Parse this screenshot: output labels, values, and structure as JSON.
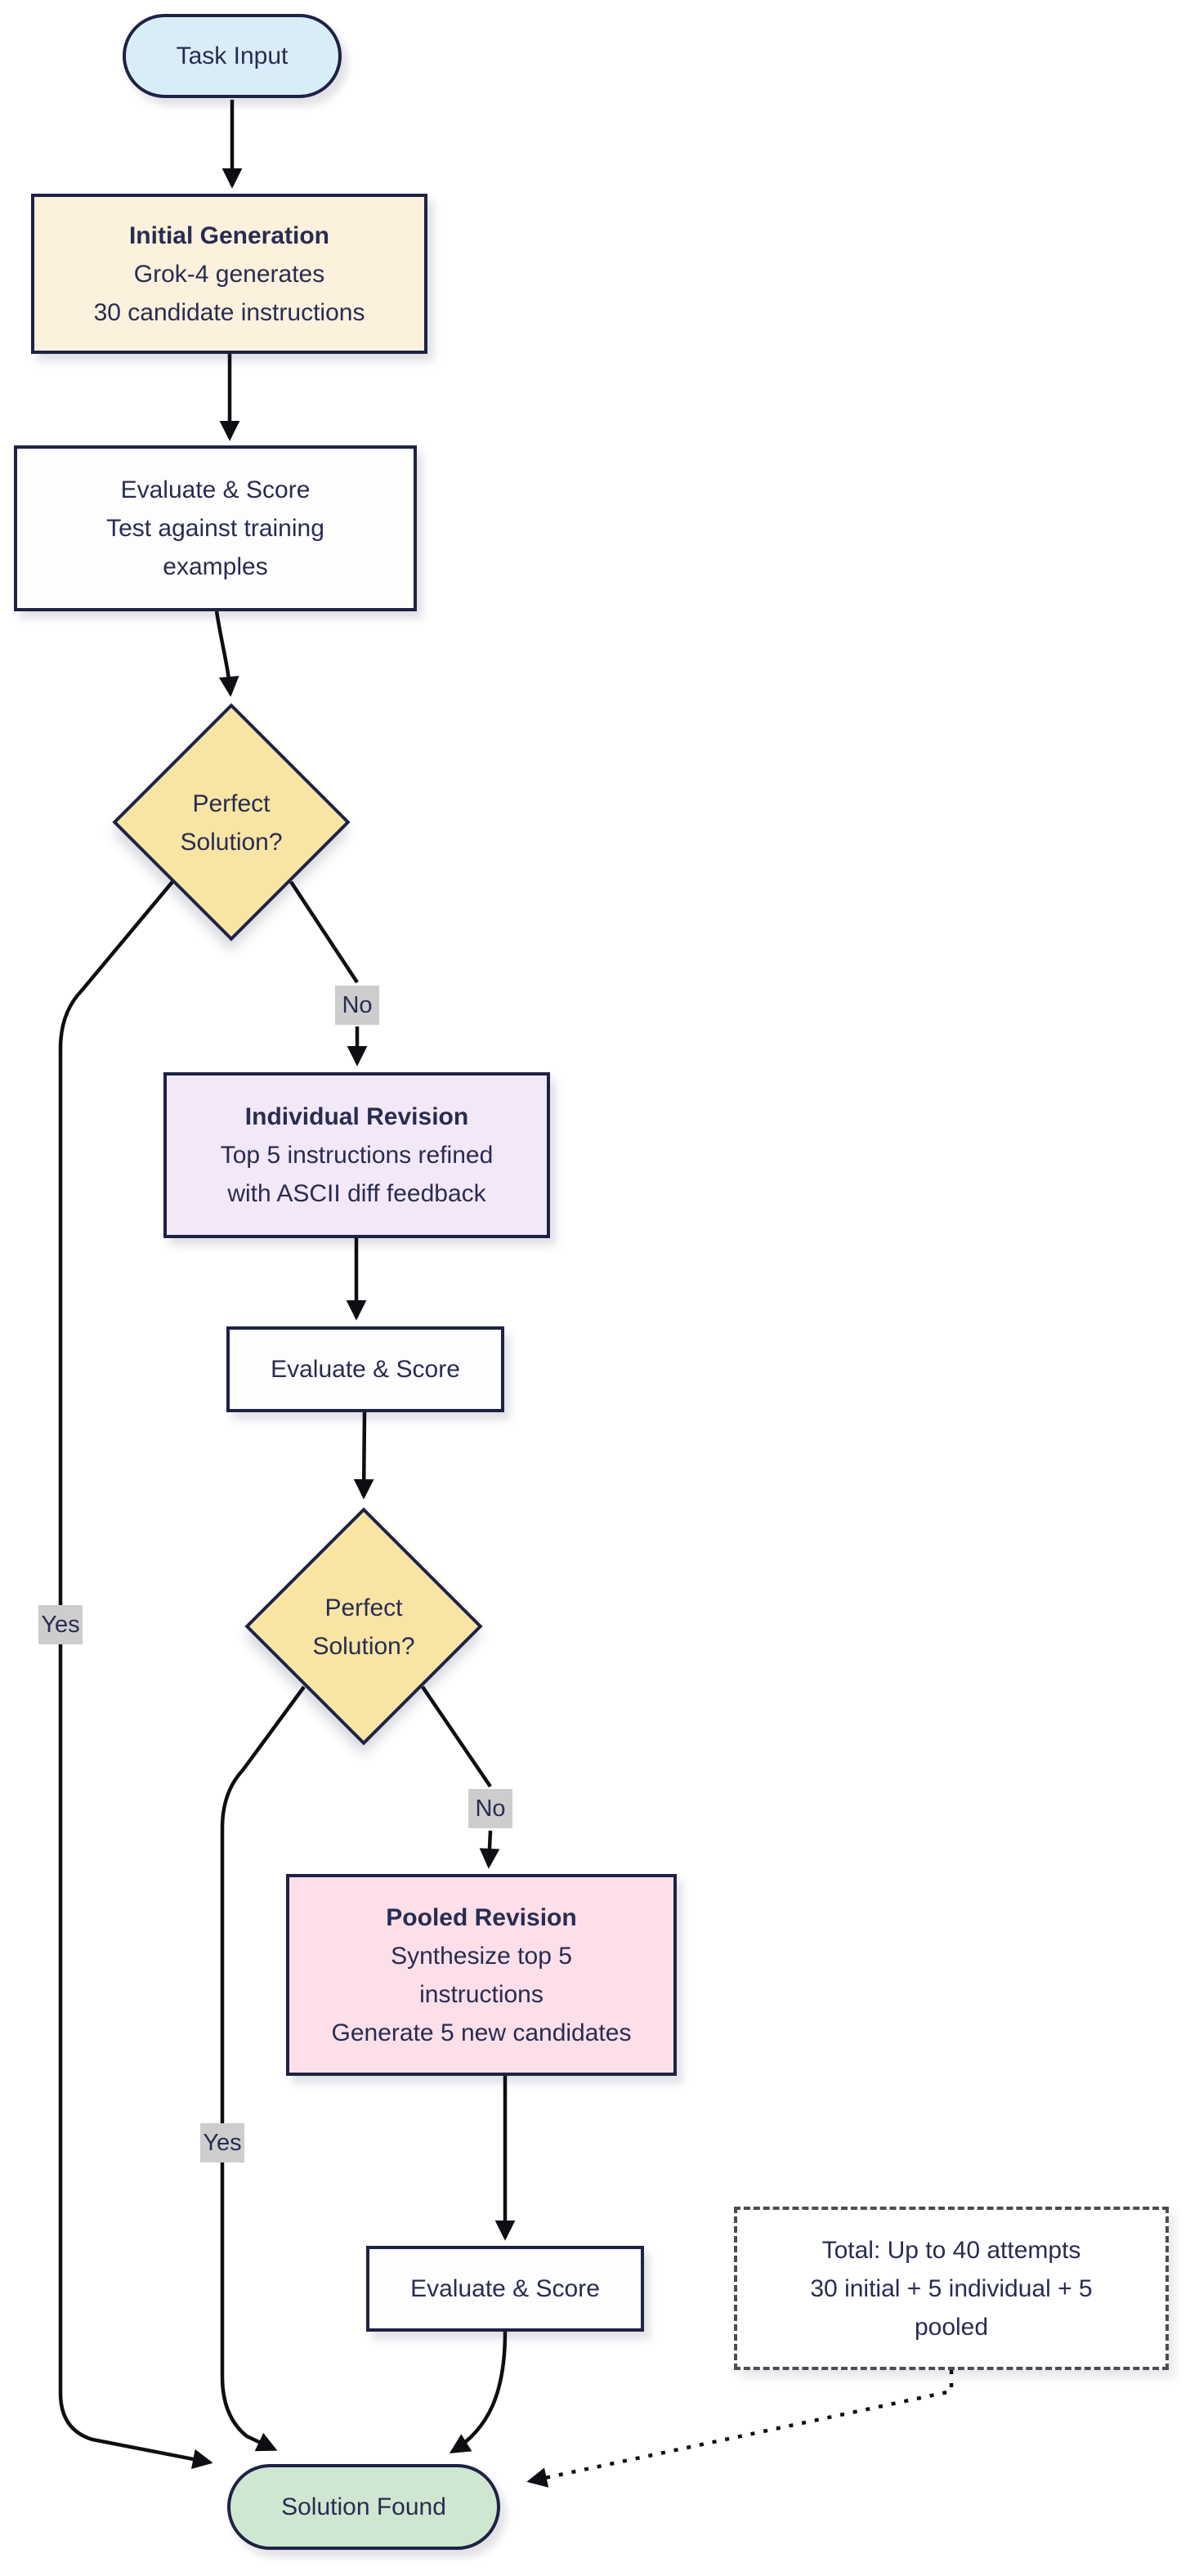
{
  "colors": {
    "task_fill": "#d9edf9",
    "process_fill": "#fcf1dc",
    "eval_fill": "#fdfdfe",
    "decision_fill": "#f8e5a3",
    "individual_fill": "#f3e8f7",
    "pooled_fill": "#fcdfe9",
    "solution_fill": "#cfe7d1",
    "edge_label_fill": "#cdcdcd",
    "note_fill": "#ffffff",
    "border": "#1d2246",
    "text": "#282c52",
    "edge": "#0e0e13"
  },
  "nodes": {
    "task_input": {
      "label": "Task Input"
    },
    "initial_generation": {
      "lines": [
        "Initial Generation",
        "Grok-4 generates",
        "30 candidate instructions"
      ]
    },
    "evaluate_score_1": {
      "lines": [
        "Evaluate & Score",
        "Test against training",
        "examples"
      ]
    },
    "decision_1": {
      "lines": [
        "Perfect",
        "Solution?"
      ]
    },
    "individual_revision": {
      "lines": [
        "Individual Revision",
        "Top 5 instructions refined",
        "with ASCII diff feedback"
      ]
    },
    "evaluate_score_2": {
      "label": "Evaluate & Score"
    },
    "decision_2": {
      "lines": [
        "Perfect",
        "Solution?"
      ]
    },
    "pooled_revision": {
      "lines": [
        "Pooled Revision",
        "Synthesize top 5",
        "instructions",
        "Generate 5 new candidates"
      ]
    },
    "evaluate_score_3": {
      "label": "Evaluate & Score"
    },
    "solution_found": {
      "label": "Solution Found"
    },
    "note": {
      "lines": [
        "Total: Up to 40 attempts",
        "30 initial + 5 individual + 5",
        "pooled"
      ]
    }
  },
  "edge_labels": {
    "no_1": "No",
    "yes_1": "Yes",
    "no_2": "No",
    "yes_2": "Yes"
  }
}
